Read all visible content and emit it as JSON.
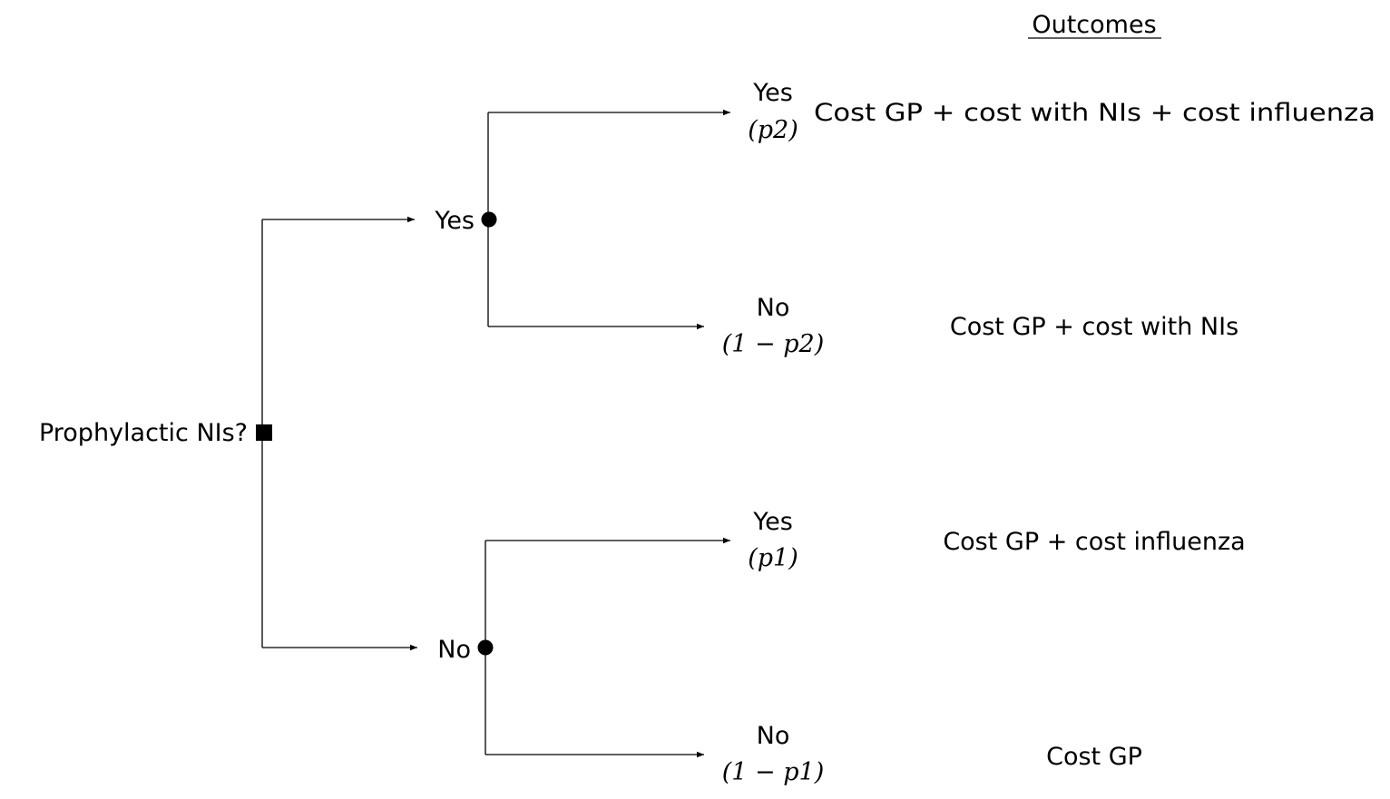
{
  "header": {
    "title": "Outcomes"
  },
  "root": {
    "label": "Prophylactic NIs?"
  },
  "branches": [
    {
      "label": "Yes",
      "children": [
        {
          "label": "Yes",
          "probability": "(p2)",
          "outcome": "Cost GP + cost with NIs + cost influenza"
        },
        {
          "label": "No",
          "probability": "(1 − p2)",
          "outcome": "Cost GP + cost with NIs"
        }
      ]
    },
    {
      "label": "No",
      "children": [
        {
          "label": "Yes",
          "probability": "(p1)",
          "outcome": "Cost GP + cost influenza"
        },
        {
          "label": "No",
          "probability": "(1 − p1)",
          "outcome": "Cost GP"
        }
      ]
    }
  ]
}
